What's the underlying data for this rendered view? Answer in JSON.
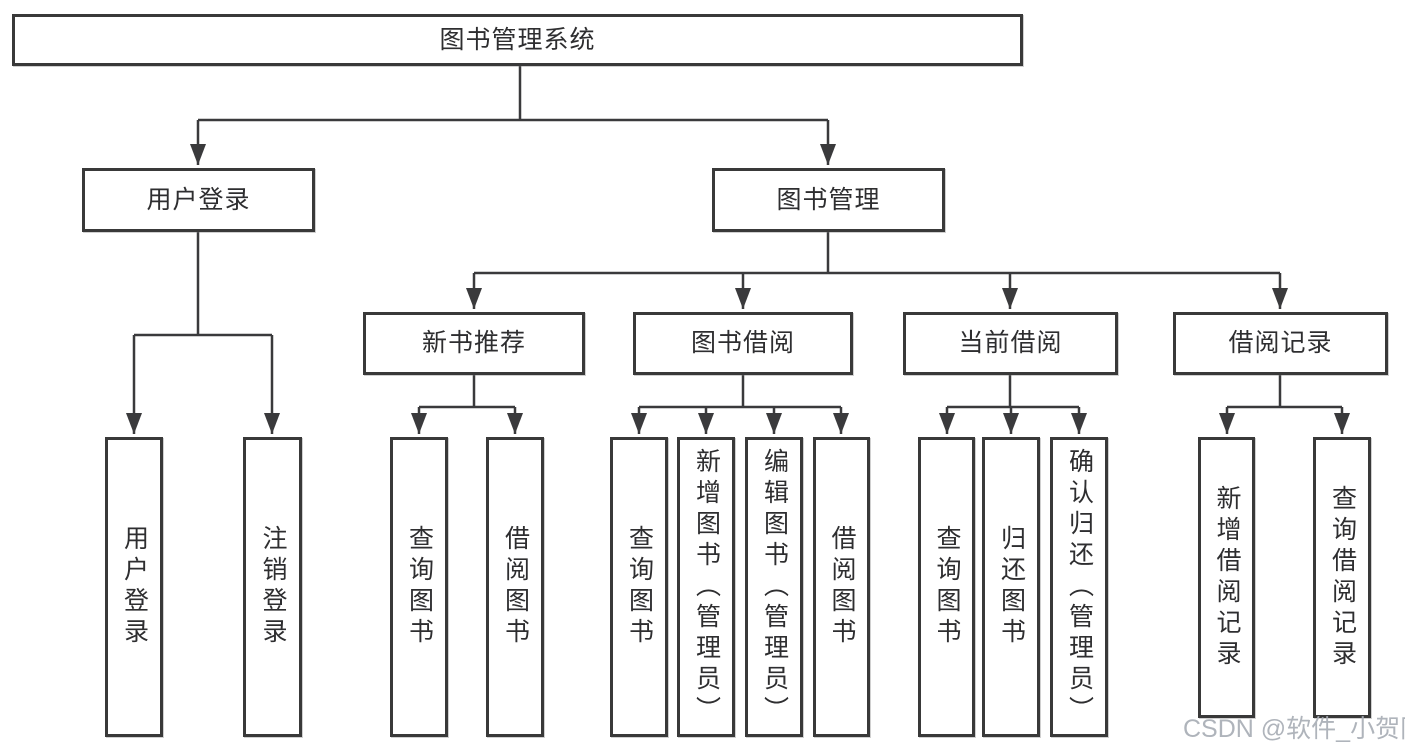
{
  "diagram": {
    "root": {
      "label": "图书管理系统"
    },
    "level2": [
      {
        "label": "用户登录"
      },
      {
        "label": "图书管理"
      }
    ],
    "level3": [
      {
        "label": "新书推荐"
      },
      {
        "label": "图书借阅"
      },
      {
        "label": "当前借阅"
      },
      {
        "label": "借阅记录"
      }
    ],
    "leaves": [
      {
        "label": "用户登录"
      },
      {
        "label": "注销登录"
      },
      {
        "label": "查询图书"
      },
      {
        "label": "借阅图书"
      },
      {
        "label": "查询图书"
      },
      {
        "label": "新增图书（管理员）"
      },
      {
        "label": "编辑图书（管理员）"
      },
      {
        "label": "借阅图书"
      },
      {
        "label": "查询图书"
      },
      {
        "label": "归还图书"
      },
      {
        "label": "确认归还（管理员）"
      },
      {
        "label": "新增借阅记录"
      },
      {
        "label": "查询借阅记录"
      }
    ],
    "watermark": "CSDN @软件_小贺同学",
    "colors": {
      "line": "#3a3a3c",
      "box_border": "#393939",
      "text": "#2e2e30",
      "watermark": "#a9aeb6",
      "background": "#ffffff"
    }
  }
}
